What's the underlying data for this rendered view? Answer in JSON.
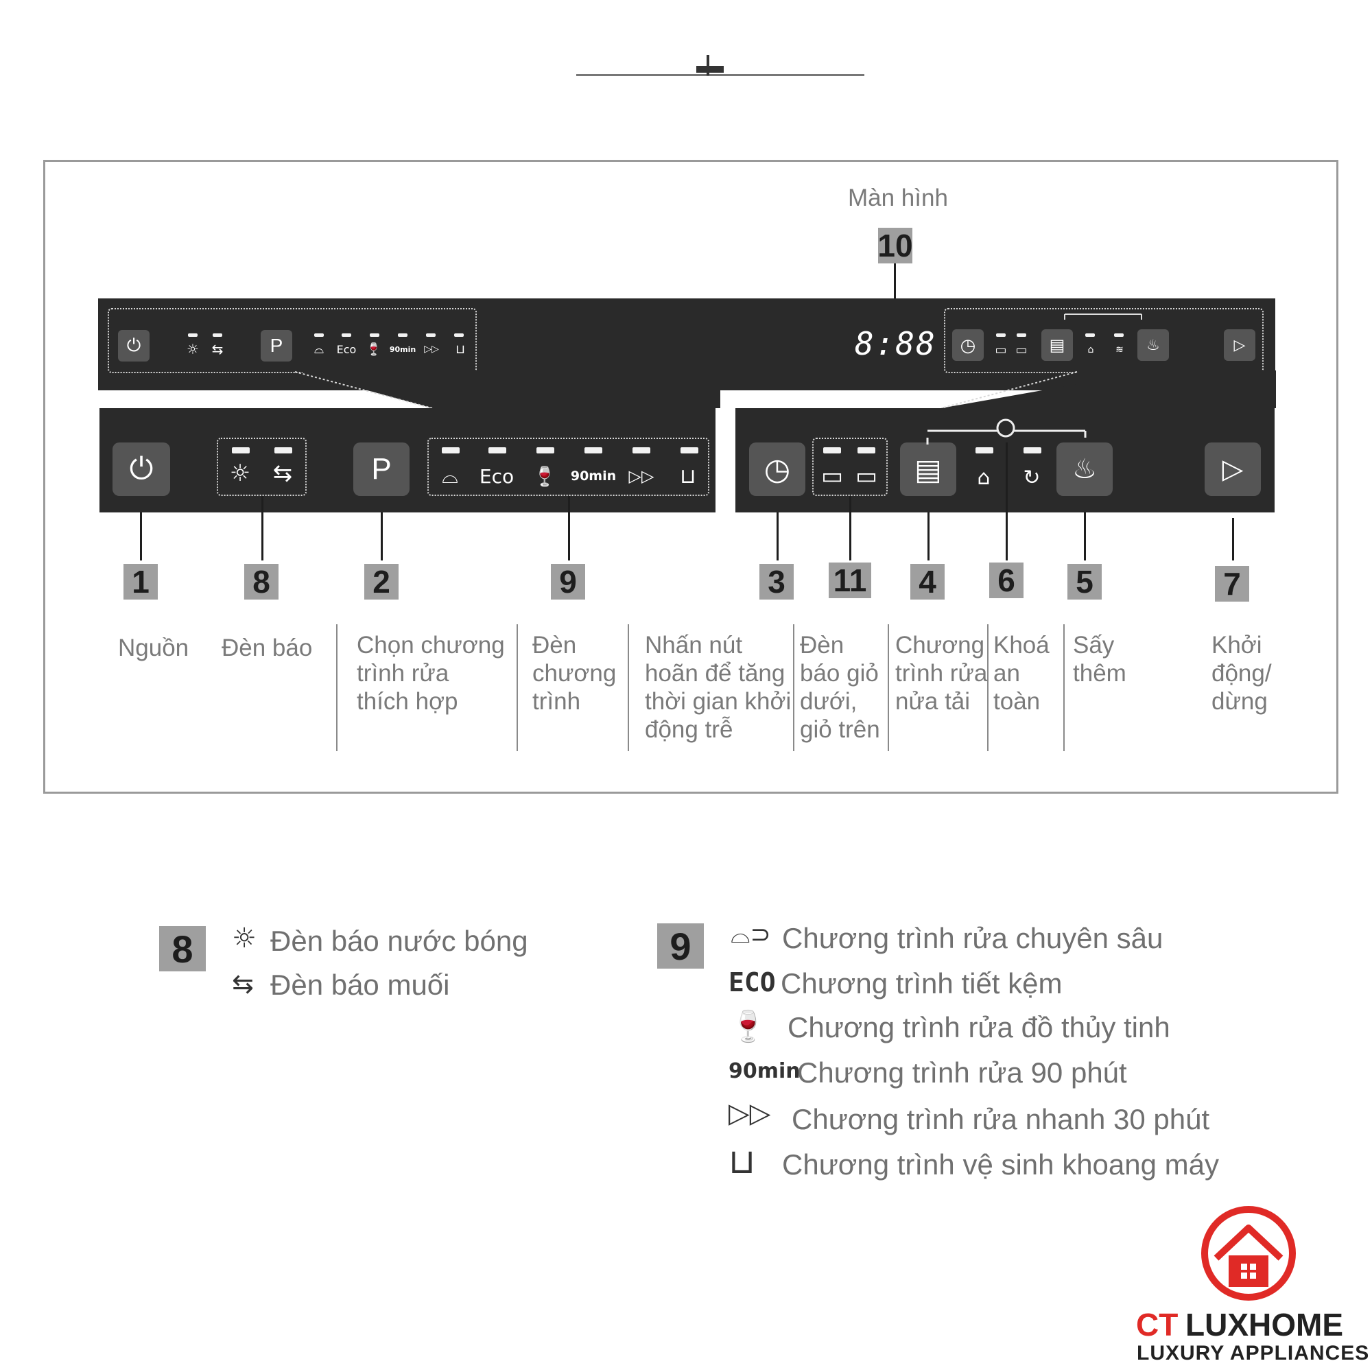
{
  "screen_label": "Màn hình",
  "display_value": "8:88",
  "panel": {
    "power_symbol": "⏻",
    "program_key": "P",
    "eco_label": "Eco",
    "min90_label": "90min"
  },
  "callouts": [
    "1",
    "8",
    "2",
    "9",
    "3",
    "11",
    "4",
    "6",
    "5",
    "7",
    "10"
  ],
  "labels": {
    "l1": [
      "Nguồn"
    ],
    "l8": [
      "Đèn báo"
    ],
    "l2": [
      "Chọn chương",
      "trình rửa",
      "thích hợp"
    ],
    "l9": [
      "Đèn",
      "chương",
      "trình"
    ],
    "l3": [
      "Nhấn nút",
      "hoãn để tăng",
      "thời gian khởi",
      "động trễ"
    ],
    "l11": [
      "Đèn",
      "báo giỏ",
      "dưới,",
      "giỏ trên"
    ],
    "l4": [
      "Chương",
      "trình rửa",
      "nửa tải"
    ],
    "l6": [
      "Khoá",
      "an",
      "toàn"
    ],
    "l5": [
      "Sấy",
      "thêm"
    ],
    "l7": [
      "Khởi",
      "động/",
      "dừng"
    ]
  },
  "legend8": {
    "badge": "8",
    "items": [
      {
        "icon": "rinse-aid-icon",
        "text": "Đèn báo nước bóng"
      },
      {
        "icon": "salt-icon",
        "text": "Đèn báo muối"
      }
    ]
  },
  "legend9": {
    "badge": "9",
    "items": [
      {
        "icon": "intensive-icon",
        "text": "Chương trình rửa chuyên sâu"
      },
      {
        "icon": "eco-icon",
        "icon_text": "ECO",
        "text": "Chương trình tiết kệm"
      },
      {
        "icon": "glass-icon",
        "text": "Chương trình rửa đồ thủy tinh"
      },
      {
        "icon": "90min-icon",
        "icon_text": "90min",
        "text": "Chương trình rửa 90 phút"
      },
      {
        "icon": "fast-forward-icon",
        "text": "Chương trình rửa nhanh 30 phút"
      },
      {
        "icon": "machine-care-icon",
        "text": "Chương trình vệ sinh khoang máy"
      }
    ]
  },
  "logo": {
    "brand_ct": "CT",
    "brand_lux": "LUXHOME",
    "tagline": "LUXURY APPLIANCES",
    "accent": "#e02a26",
    "dark": "#222222"
  }
}
